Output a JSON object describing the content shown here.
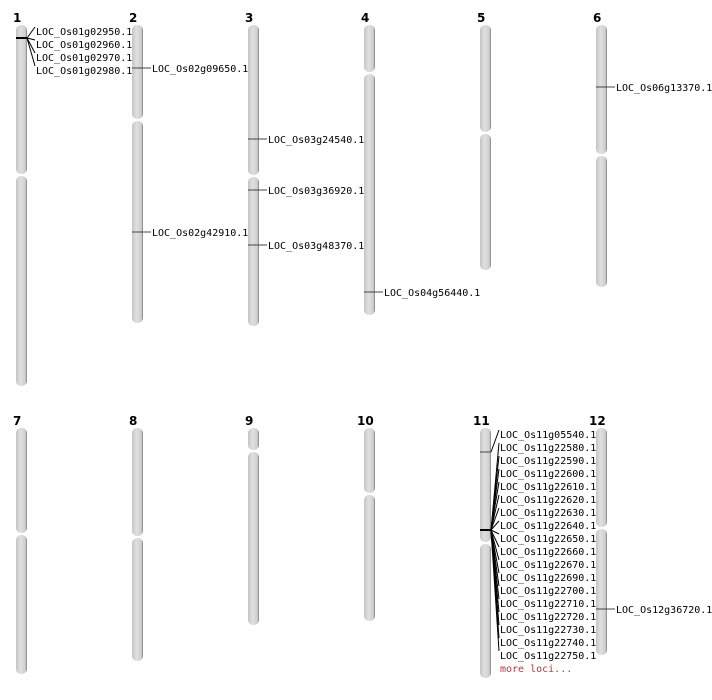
{
  "colors": {
    "chromosome": "#d3d3d3",
    "chromosome_edge": "#9a9a9a",
    "line": "#000000",
    "more_link": "#c83232"
  },
  "chromosomes": [
    {
      "label": "1",
      "loci": [
        "LOC_Os01g02950.1",
        "LOC_Os01g02960.1",
        "LOC_Os01g02970.1",
        "LOC_Os01g02980.1"
      ]
    },
    {
      "label": "2",
      "loci": [
        "LOC_Os02g09650.1",
        "LOC_Os02g42910.1"
      ]
    },
    {
      "label": "3",
      "loci": [
        "LOC_Os03g24540.1",
        "LOC_Os03g36920.1",
        "LOC_Os03g48370.1"
      ]
    },
    {
      "label": "4",
      "loci": [
        "LOC_Os04g56440.1"
      ]
    },
    {
      "label": "5",
      "loci": []
    },
    {
      "label": "6",
      "loci": [
        "LOC_Os06g13370.1"
      ]
    },
    {
      "label": "7",
      "loci": []
    },
    {
      "label": "8",
      "loci": []
    },
    {
      "label": "9",
      "loci": []
    },
    {
      "label": "10",
      "loci": []
    },
    {
      "label": "11",
      "loci": [
        "LOC_Os11g05540.1",
        "LOC_Os11g22580.1",
        "LOC_Os11g22590.1",
        "LOC_Os11g22600.1",
        "LOC_Os11g22610.1",
        "LOC_Os11g22620.1",
        "LOC_Os11g22630.1",
        "LOC_Os11g22640.1",
        "LOC_Os11g22650.1",
        "LOC_Os11g22660.1",
        "LOC_Os11g22670.1",
        "LOC_Os11g22690.1",
        "LOC_Os11g22700.1",
        "LOC_Os11g22710.1",
        "LOC_Os11g22720.1",
        "LOC_Os11g22730.1",
        "LOC_Os11g22740.1",
        "LOC_Os11g22750.1"
      ],
      "more": "more loci..."
    },
    {
      "label": "12",
      "loci": [
        "LOC_Os12g36720.1"
      ]
    }
  ]
}
